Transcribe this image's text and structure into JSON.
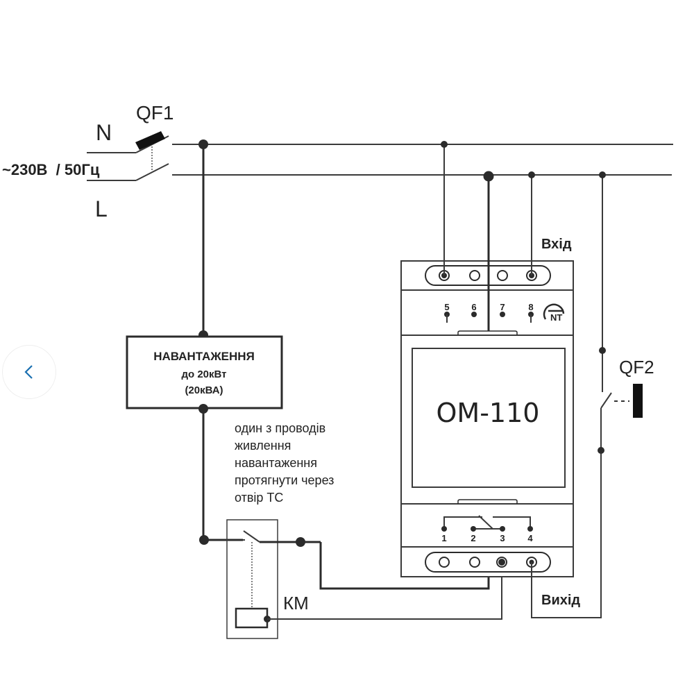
{
  "supply": {
    "voltage_label": "~230В  / 50Гц",
    "neutral_label": "N",
    "line_label": "L",
    "breaker1_label": "QF1"
  },
  "load": {
    "title": "НАВАНТАЖЕННЯ",
    "power": "до 20кВт",
    "apparent_power": "(20кВА)"
  },
  "note": {
    "lines": [
      "один з проводів",
      "живлення",
      "навантаження",
      "протягнути через",
      "отвір ТС"
    ]
  },
  "contactor": {
    "label": "КМ"
  },
  "device": {
    "model": "ОМ-110",
    "input_label": "Вхід",
    "output_label": "Вихід",
    "top_terminals": [
      "5",
      "6",
      "7",
      "8"
    ],
    "bottom_terminals": [
      "1",
      "2",
      "3",
      "4"
    ],
    "logo_icon": "nt-logo-icon"
  },
  "breaker2": {
    "label": "QF2"
  },
  "navigation": {
    "prev_icon": "chevron-left-icon",
    "accent_color": "#1a6fb0"
  }
}
